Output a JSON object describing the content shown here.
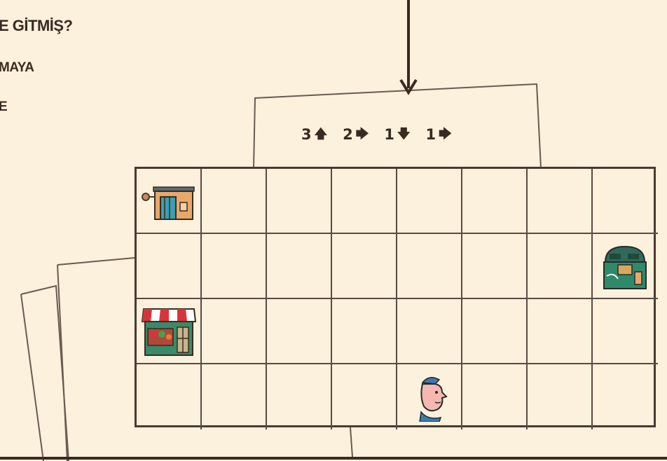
{
  "headings": {
    "line1": "E GİTMİŞ?",
    "line2": "MAYA",
    "line3": "E"
  },
  "instructions": [
    {
      "count": "3",
      "arrow": "🡅",
      "direction": "up"
    },
    {
      "count": "2",
      "arrow": "🡆",
      "direction": "right"
    },
    {
      "count": "1",
      "arrow": "🡇",
      "direction": "down"
    },
    {
      "count": "1",
      "arrow": "🡆",
      "direction": "right"
    }
  ],
  "grid": {
    "rows": 4,
    "cols": 8,
    "items": [
      {
        "row": 1,
        "col": 1,
        "icon": "house-icon"
      },
      {
        "row": 2,
        "col": 8,
        "icon": "treasure-chest-icon"
      },
      {
        "row": 3,
        "col": 1,
        "icon": "market-stall-icon"
      },
      {
        "row": 4,
        "col": 5,
        "icon": "boy-character-icon"
      }
    ]
  },
  "colors": {
    "background": "#fbf1dc",
    "ink": "#3a2a22",
    "market_red": "#d8343c",
    "chest_green": "#2f8a6a"
  }
}
